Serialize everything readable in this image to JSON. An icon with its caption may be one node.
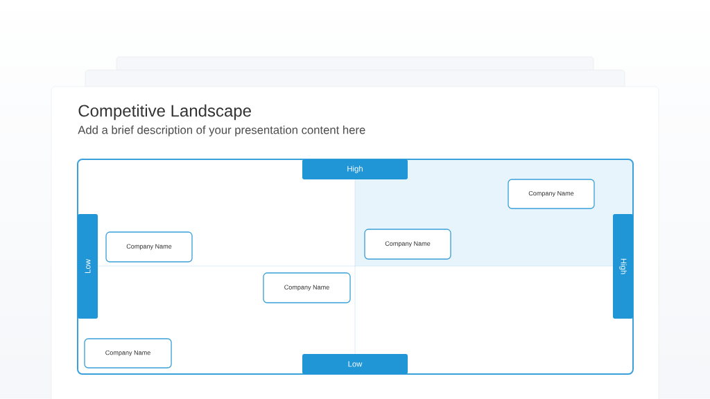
{
  "diagram": {
    "title": "Competitive Landscape",
    "nodes": [
      {
        "text": [
          "High"
        ]
      },
      {
        "text": [
          "Company Name"
        ]
      },
      {
        "text": [
          "Low"
        ]
      },
      {
        "text": [
          "High"
        ]
      },
      {
        "text": [
          "Company Name"
        ]
      },
      {
        "text": [
          "Company Name"
        ]
      },
      {
        "text": [
          "Company Name"
        ]
      },
      {
        "text": [
          "Company Name"
        ]
      },
      {
        "text": [
          "Low"
        ]
      }
    ],
    "labels": [
      "Add a brief description of your presentation content here"
    ]
  }
}
